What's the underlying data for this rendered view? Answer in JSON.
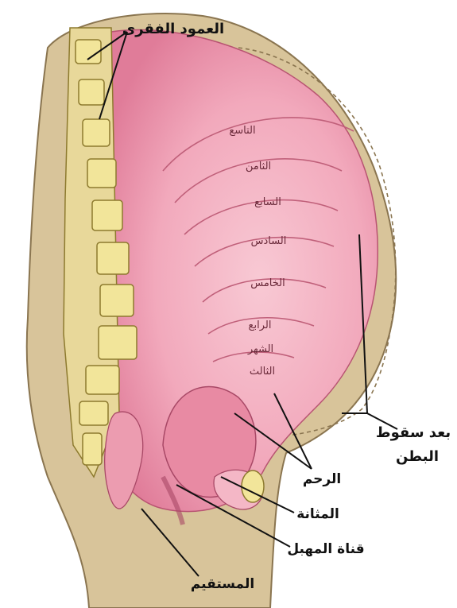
{
  "labels": {
    "spine": "العمود الفقرى",
    "after_drop_line1": "بعد سقوط",
    "after_drop_line2": "البطن",
    "uterus": "الرحم",
    "bladder": "المثانة",
    "cervical_canal": "قناة المهبل",
    "rectum": "المستقيم"
  },
  "months": {
    "ninth": "التاسع",
    "eighth": "الثامن",
    "seventh": "السابع",
    "sixth": "السادس",
    "fifth": "الخامس",
    "fourth": "الرابع",
    "month_word": "الشهر",
    "third": "الثالث"
  },
  "colors": {
    "skin": "#d8c49a",
    "skin_outline": "#8a7550",
    "uterus_light": "#f4b7c6",
    "uterus_deep": "#e47b97",
    "bone": "#f2e59a",
    "bone_outline": "#8d7a2e",
    "month_ring": "#c0607a",
    "pointer": "#111111"
  }
}
